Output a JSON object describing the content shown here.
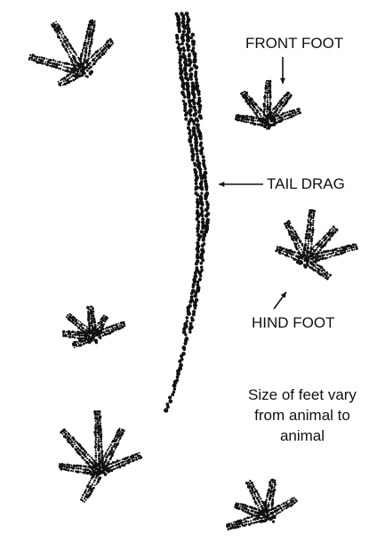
{
  "labels": {
    "front_foot": "FRONT FOOT",
    "tail_drag": "TAIL DRAG",
    "hind_foot": "HIND FOOT"
  },
  "note": {
    "line1": "Size of feet vary",
    "line2": "from animal to",
    "line3": "animal"
  },
  "colors": {
    "ink": "#111111",
    "background": "#ffffff"
  },
  "icons": [
    "track-print",
    "arrow"
  ]
}
